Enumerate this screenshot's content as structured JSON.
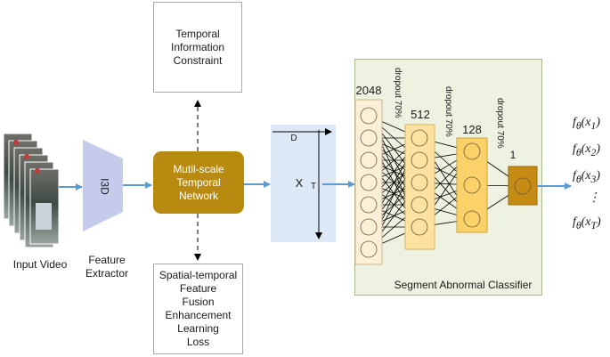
{
  "input": {
    "label": "Input Video"
  },
  "extractor": {
    "name": "I3D",
    "label": "Feature\nExtractor"
  },
  "temporal_constraint": {
    "text": "Temporal\nInformation\nConstraint"
  },
  "mstn": {
    "text": "Mutil-scale\nTemporal\nNetwork"
  },
  "fusion_loss": {
    "text": "Spatial-temporal\nFeature\nFusion\nEnhancement\nLearning\nLoss"
  },
  "feature_matrix": {
    "x_label": "X",
    "d_label": "D",
    "t_label": "T"
  },
  "classifier": {
    "title": "Segment Abnormal Classifier",
    "layers": [
      "2048",
      "512",
      "128",
      "1"
    ],
    "dropouts": [
      "dropout 70%",
      "dropout 70%",
      "dropout 70%"
    ]
  },
  "outputs": {
    "items": [
      "f_θ(x_1)",
      "f_θ(x_2)",
      "f_θ(x_3)",
      "⋮",
      "f_θ(x_T)"
    ]
  },
  "colors": {
    "arrow": "#5b9bd5",
    "mstn_fill": "#b88a10",
    "trapezoid": "#c5cbea",
    "matrix_fill": "#dde8f6",
    "classifier_bg": "#eef2e1",
    "layer_2048": "#fdf0d8",
    "layer_512": "#fde2a2",
    "layer_128": "#fbd16a",
    "layer_1": "#c68b14"
  }
}
